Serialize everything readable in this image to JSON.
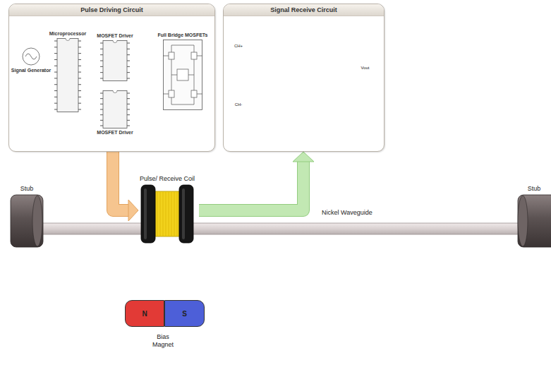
{
  "diagram": {
    "nodes": [
      {
        "text": [
          "Pulse Driving Circuit"
        ]
      },
      {
        "text": [
          "Signal Receive Circuit"
        ]
      },
      {
        "text": [
          "Signal Generator"
        ],
        "in": 0
      },
      {
        "text": [
          "Microprocessor"
        ],
        "in": 0
      },
      {
        "text": [
          "MOSFET Driver"
        ],
        "in": 0
      },
      {
        "text": [
          "MOSFET Driver"
        ],
        "in": 0
      },
      {
        "text": [
          "Full Bridge MOSFETs"
        ],
        "in": 0
      },
      {
        "text": [
          "Stub"
        ]
      },
      {
        "text": [
          "Pulse/ Receive Coil"
        ]
      },
      {
        "text": [
          "Stub"
        ]
      },
      {
        "text": [
          "N"
        ]
      },
      {
        "text": [
          "S"
        ]
      }
    ],
    "edges": [
      {
        "from": 2,
        "to": 3,
        "arrow": "to"
      },
      {
        "from": 3,
        "to": 4,
        "arrow": "to"
      },
      {
        "from": 3,
        "to": 5,
        "arrow": "to"
      },
      {
        "from": 4,
        "to": 6,
        "arrow": "to"
      },
      {
        "from": 5,
        "to": 6,
        "arrow": "to"
      },
      {
        "from": 0,
        "to": 8,
        "arrow": "to"
      },
      {
        "from": 8,
        "to": 1,
        "arrow": "to"
      }
    ],
    "labels": [
      "CH+",
      "CH-",
      "Vout",
      "Nickel Waveguide",
      "Bias Magnet"
    ]
  }
}
